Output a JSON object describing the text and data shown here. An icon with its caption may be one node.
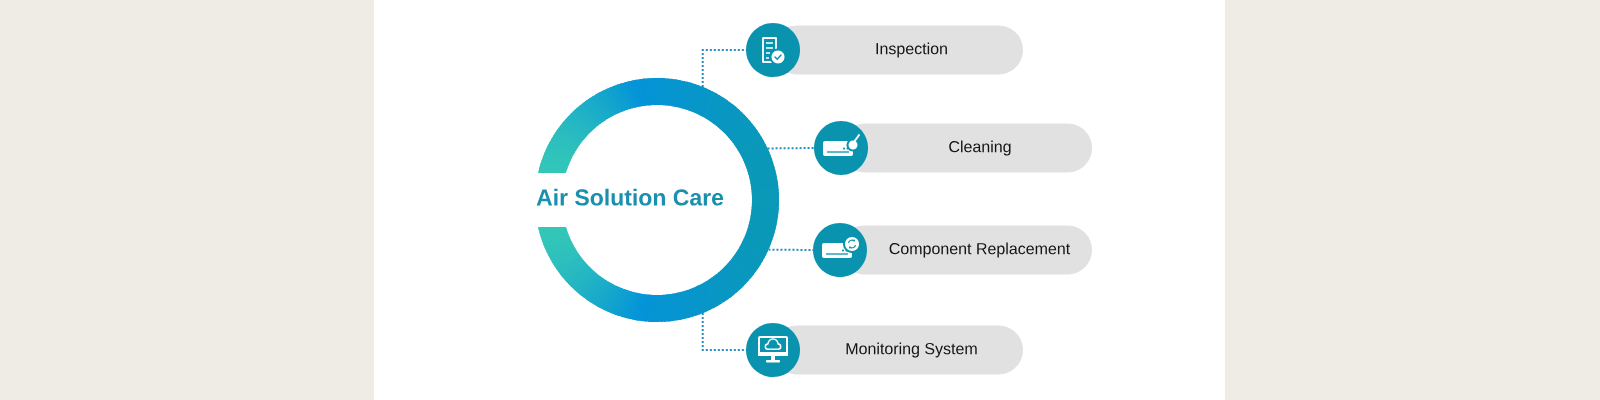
{
  "diagram": {
    "nodes": [
      {
        "text": [
          "Air Solution Care"
        ]
      },
      {
        "text": [],
        "shape": "circle"
      },
      {
        "text": [
          "Inspection"
        ]
      },
      {
        "text": [],
        "shape": "circle"
      },
      {
        "text": [
          "Cleaning"
        ]
      },
      {
        "text": [],
        "shape": "circle"
      },
      {
        "text": [
          "Component Replacement"
        ]
      },
      {
        "text": [],
        "shape": "circle"
      },
      {
        "text": [
          "Monitoring System"
        ]
      }
    ],
    "edges": [
      {
        "from": 0,
        "to": 1,
        "arrow": "none"
      },
      {
        "from": 0,
        "to": 3,
        "arrow": "none"
      },
      {
        "from": 0,
        "to": 5,
        "arrow": "none"
      },
      {
        "from": 0,
        "to": 7,
        "arrow": "none"
      }
    ]
  }
}
